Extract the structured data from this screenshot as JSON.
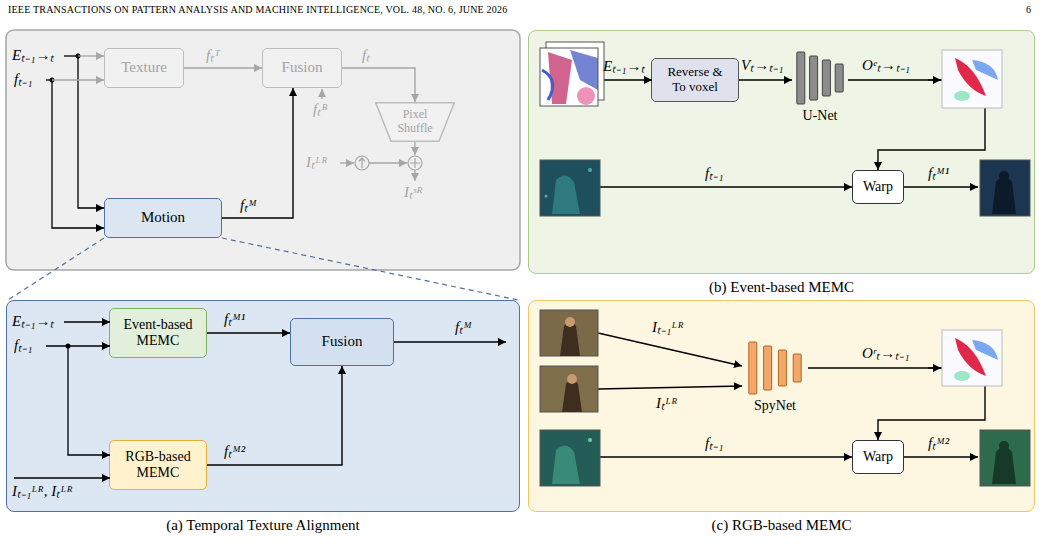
{
  "diagram": {
    "nodes": [
      {
        "text": [
          "Texture"
        ]
      },
      {
        "text": [
          "Fusion"
        ]
      },
      {
        "text": [
          "Pixel Shuffle"
        ]
      },
      {
        "text": [
          "Motion"
        ]
      },
      {
        "text": [
          "(b) Event-based MEMC"
        ]
      },
      {
        "text": [
          "Reverse & To voxel"
        ],
        "in": 4
      },
      {
        "text": [
          "U-Net"
        ],
        "in": 4
      },
      {
        "text": [
          "Warp"
        ],
        "in": 4
      },
      {
        "text": [
          "(a) Temporal Texture Alignment"
        ]
      },
      {
        "text": [
          "Event-based MEMC"
        ],
        "in": 8
      },
      {
        "text": [
          "RGB-based MEMC"
        ],
        "in": 8
      },
      {
        "text": [
          "Fusion"
        ],
        "in": 8
      },
      {
        "text": [
          "(c) RGB-based MEMC"
        ]
      },
      {
        "text": [
          "SpyNet"
        ],
        "in": 12
      },
      {
        "text": [
          "Warp"
        ],
        "in": 12
      }
    ],
    "edges": [
      {
        "from": 0,
        "to": 1,
        "arrow": "to",
        "label": "fₜᵀ"
      },
      {
        "from": 1,
        "to": 2,
        "arrow": "to",
        "label": "fₜ"
      },
      {
        "from": 3,
        "to": 1,
        "arrow": "to",
        "label": "fₜᴹ"
      },
      {
        "from": 9,
        "to": 11,
        "arrow": "to",
        "label": "fₜᴹ¹"
      },
      {
        "from": 10,
        "to": 11,
        "arrow": "to",
        "label": "fₜᴹ²"
      },
      {
        "from": 5,
        "to": 6,
        "arrow": "to",
        "label": "Vₜ→ₜ₋₁"
      },
      {
        "from": 6,
        "to": 7,
        "arrow": "to",
        "label": "Oᵉₜ→ₜ₋₁"
      },
      {
        "from": 13,
        "to": 14,
        "arrow": "to",
        "label": "Oʳₜ→ₜ₋₁"
      }
    ],
    "labels": [
      "IEEE TRANSACTIONS ON PATTERN ANALYSIS AND MACHINE INTELLIGENCE, VOL. 48, NO. 6, JUNE 2026",
      "6",
      "Eₜ₋₁→ₜ",
      "fₜ₋₁",
      "fₜᴮ",
      "Iₜᴸᴿ",
      "Iₜˢᴿ",
      "Eₜ₋₁→ₜ",
      "fₜ₋₁",
      "Iₜ₋₁ᴸᴿ, Iₜᴸᴿ",
      "fₜᴹ",
      "Eₜ₋₁→ₜ",
      "fₜ₋₁",
      "fₜᴹ¹",
      "Iₜ₋₁ᴸᴿ",
      "Iₜᴸᴿ",
      "fₜ₋₁",
      "fₜᴹ²"
    ]
  }
}
